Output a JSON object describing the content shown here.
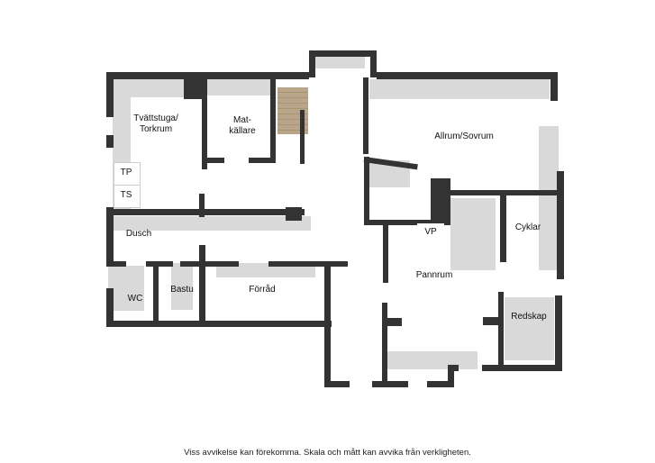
{
  "floor_plan": {
    "rooms": [
      {
        "id": "tvattstuga",
        "label_line1": "Tvättstuga/",
        "label_line2": "Torkrum"
      },
      {
        "id": "matkallare",
        "label_line1": "Mat-",
        "label_line2": "källare"
      },
      {
        "id": "allrum",
        "label": "Allrum/Sovrum"
      },
      {
        "id": "tp",
        "label": "TP"
      },
      {
        "id": "ts",
        "label": "TS"
      },
      {
        "id": "dusch",
        "label": "Dusch"
      },
      {
        "id": "vp",
        "label": "VP"
      },
      {
        "id": "cyklar",
        "label": "Cyklar"
      },
      {
        "id": "pannrum",
        "label": "Pannrum"
      },
      {
        "id": "wc",
        "label": "WC"
      },
      {
        "id": "bastu",
        "label": "Bastu"
      },
      {
        "id": "forrad",
        "label": "Förråd"
      },
      {
        "id": "redskap",
        "label": "Redskap"
      }
    ],
    "colors": {
      "wall": "#333333",
      "floor_shadow": "#d9d9d9",
      "stairs": "#b09b7c"
    }
  },
  "footer": {
    "disclaimer": "Viss avvikelse kan förekomma. Skala och mått kan avvika från verkligheten."
  }
}
